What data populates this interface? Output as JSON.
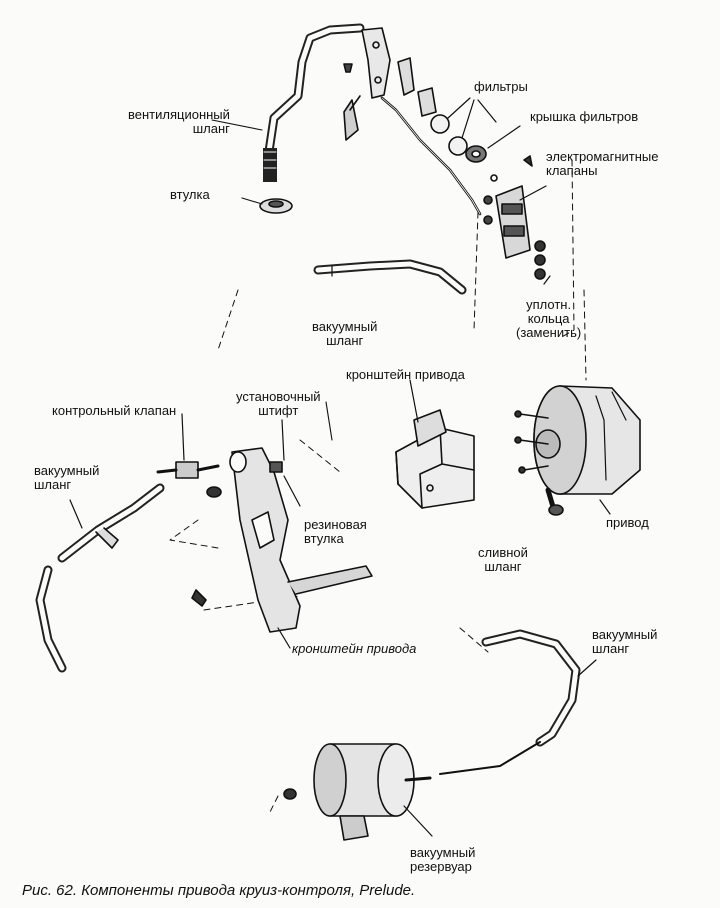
{
  "labels": {
    "vent_hose": "вентиляционный\nшланг",
    "bushing": "втулка",
    "filters": "фильтры",
    "filter_cover": "крышка фильтров",
    "solenoid_valves": "электромагнитные\nклапаны",
    "vacuum_hose_top": "вакуумный\nшланг",
    "o_rings": "уплотн.\nкольца\n(заменить)",
    "actuator_bracket_top": "кронштейн привода",
    "set_pin": "установочный\nштифт",
    "control_valve": "контрольный клапан",
    "vacuum_hose_left": "вакуумный\nшланг",
    "rubber_bushing": "резиновая\nвтулка",
    "actuator_bracket_bottom": "кронштейн привода",
    "drain_hose": "сливной\nшланг",
    "actuator": "привод",
    "vacuum_hose_right": "вакуумный\nшланг",
    "vacuum_reservoir": "вакуумный\nрезервуар"
  },
  "caption": "Рис. 62. Компоненты привода круиз-контроля, Prelude."
}
